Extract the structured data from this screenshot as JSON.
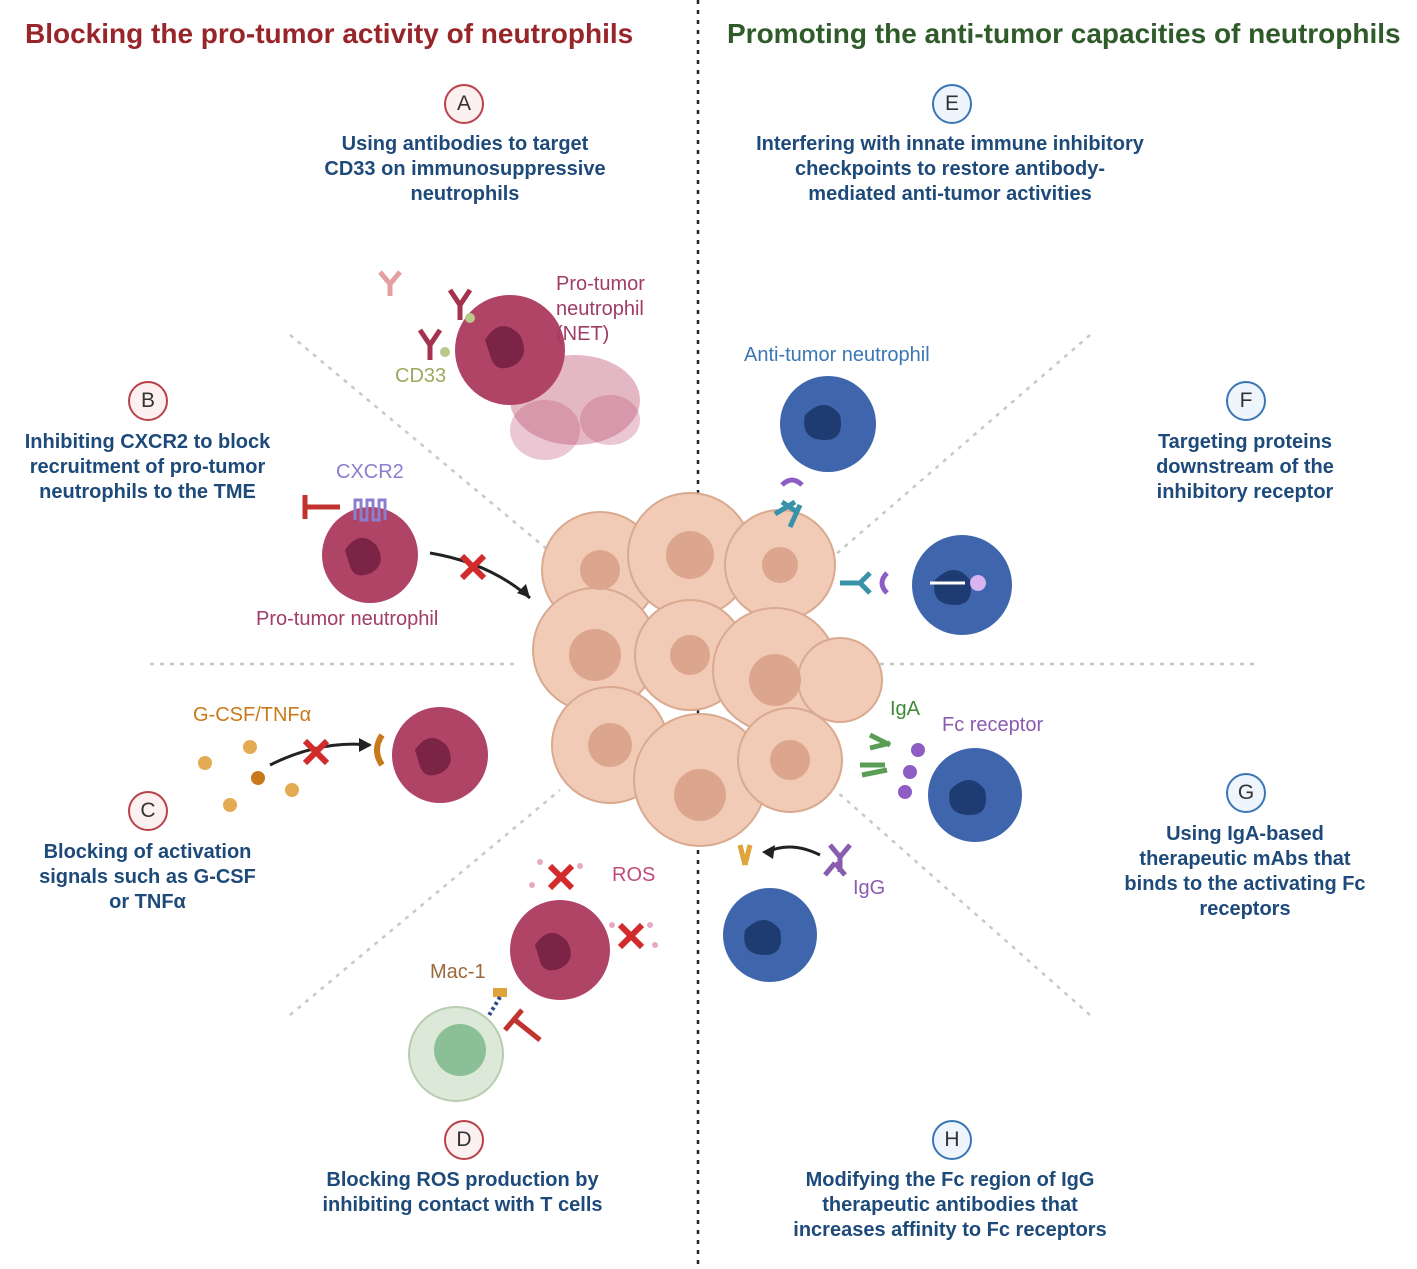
{
  "headers": {
    "left": "Blocking the pro-tumor activity of neutrophils",
    "right": "Promoting the anti-tumor capacities of neutrophils"
  },
  "panels": [
    {
      "letter": "A",
      "text": "Using antibodies to target\nCD33 on immunosuppressive\nneutrophils"
    },
    {
      "letter": "B",
      "text": "Inhibiting CXCR2 to block\nrecruitment of pro-tumor\nneutrophils to the TME"
    },
    {
      "letter": "C",
      "text": "Blocking of activation\nsignals such as G-CSF\nor TNFα"
    },
    {
      "letter": "D",
      "text": "Blocking ROS production by\ninhibiting contact with T cells"
    },
    {
      "letter": "E",
      "text": "Interfering with innate immune inhibitory\ncheckpoints to restore antibody-\nmediated anti-tumor activities"
    },
    {
      "letter": "F",
      "text": "Targeting proteins\ndownstream of the\ninhibitory receptor"
    },
    {
      "letter": "G",
      "text": "Using IgA-based\ntherapeutic mAbs that\nbinds to the activating Fc\nreceptors"
    },
    {
      "letter": "H",
      "text": "Modifying the Fc region of IgG\ntherapeutic antibodies that\nincreases affinity to Fc receptors"
    }
  ],
  "labels": {
    "pro_tumor_net": "Pro-tumor\nneutrophil\n(NET)",
    "cd33": "CD33",
    "cxcr2": "CXCR2",
    "pro_tumor_neutrophil": "Pro-tumor neutrophil",
    "gcsf": "G-CSF/TNFα",
    "ros": "ROS",
    "mac1": "Mac-1",
    "anti_tumor_neutrophil": "Anti-tumor neutrophil",
    "iga": "IgA",
    "fc_receptor": "Fc receptor",
    "igg": "IgG"
  },
  "colors": {
    "left_header": "#97252a",
    "right_header": "#2f5b2a",
    "description_text": "#1e4a7a",
    "pro_tumor_cell": "#b04466",
    "anti_tumor_cell": "#3f66ad",
    "tumor_cell": "#f1cbb6"
  }
}
